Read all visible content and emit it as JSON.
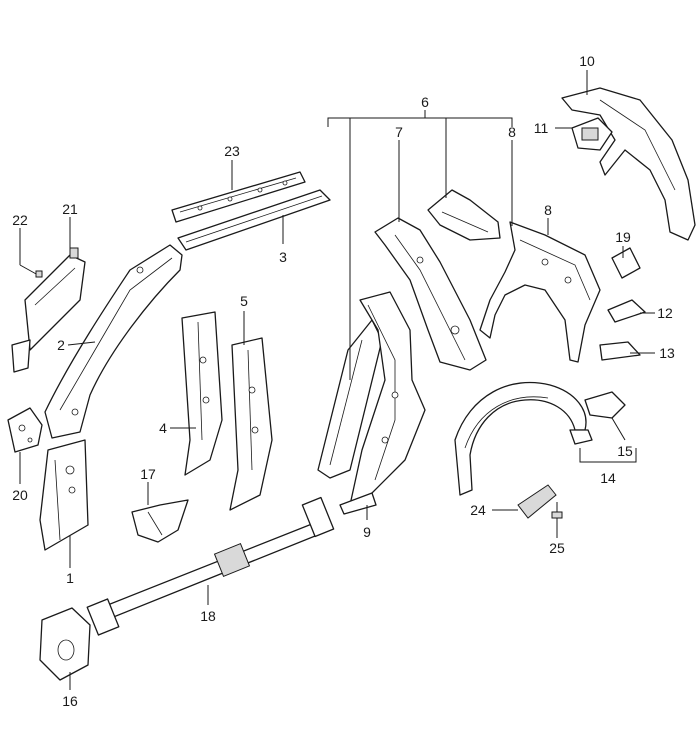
{
  "callouts": [
    "1",
    "2",
    "3",
    "4",
    "5",
    "6",
    "7",
    "8",
    "8",
    "9",
    "10",
    "11",
    "12",
    "13",
    "14",
    "15",
    "16",
    "17",
    "18",
    "19",
    "20",
    "21",
    "22",
    "23",
    "24",
    "25"
  ]
}
